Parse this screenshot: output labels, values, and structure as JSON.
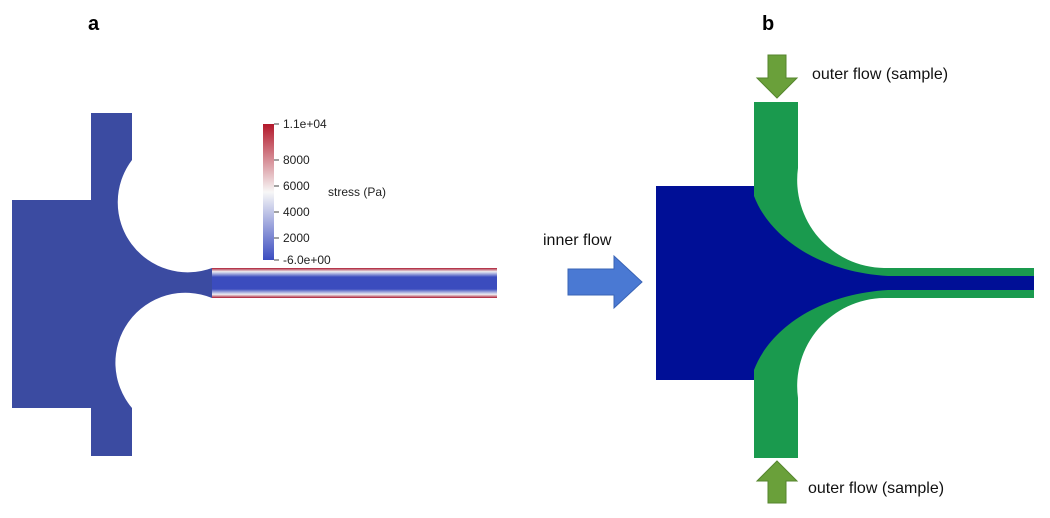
{
  "panels": {
    "a": {
      "label": "a",
      "colorbar": {
        "title": "stress (Pa)",
        "ticks": [
          "1.1e+04",
          "8000",
          "6000",
          "4000",
          "2000",
          "-6.0e+00"
        ],
        "colors": {
          "high": "#b2182b",
          "mid": "#f7f7f7",
          "low": "#3b4cc0"
        }
      },
      "domain_color": "#3b4ba1"
    },
    "b": {
      "label": "b",
      "inner_color": "#000f96",
      "outer_color": "#1a9a4e"
    }
  },
  "labels": {
    "inner_flow": "inner flow",
    "outer_flow_top": "outer flow (sample)",
    "outer_flow_bottom": "outer flow (sample)"
  },
  "arrows": {
    "inner_color": "#4a79d3",
    "outer_color": "#6aa03a"
  }
}
